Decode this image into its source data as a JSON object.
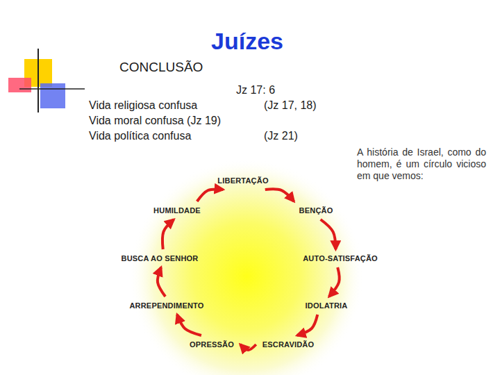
{
  "diagram": {
    "title": "Juízes",
    "nodes": [
      {
        "text": [
          "LIBERTAÇÃO"
        ]
      },
      {
        "text": [
          "BENÇÃO"
        ]
      },
      {
        "text": [
          "AUTO-SATISFAÇÃO"
        ]
      },
      {
        "text": [
          "IDOLATRIA"
        ]
      },
      {
        "text": [
          "ESCRAVIDÃO"
        ]
      },
      {
        "text": [
          "OPRESSÃO"
        ]
      },
      {
        "text": [
          "ARREPENDIMENTO"
        ]
      },
      {
        "text": [
          "BUSCA AO SENHOR"
        ]
      },
      {
        "text": [
          "HUMILDADE"
        ]
      }
    ],
    "edges": [
      {
        "from": 0,
        "to": 1,
        "arrow": "to"
      },
      {
        "from": 1,
        "to": 2,
        "arrow": "to"
      },
      {
        "from": 2,
        "to": 3,
        "arrow": "to"
      },
      {
        "from": 3,
        "to": 4,
        "arrow": "to"
      },
      {
        "from": 4,
        "to": 5,
        "arrow": "to"
      },
      {
        "from": 5,
        "to": 6,
        "arrow": "to"
      },
      {
        "from": 6,
        "to": 7,
        "arrow": "to"
      },
      {
        "from": 7,
        "to": 8,
        "arrow": "to"
      },
      {
        "from": 8,
        "to": 0,
        "arrow": "to"
      }
    ],
    "labels": [
      "CONCLUSÃO",
      "Jz 17: 6",
      "Vida religiosa confusa",
      "(Jz 17, 18)",
      "Vida moral confusa (Jz 19)",
      "Vida política confusa",
      "(Jz 21)",
      "A história de Israel, como do homem, é um círculo vicioso em que vemos:"
    ]
  }
}
